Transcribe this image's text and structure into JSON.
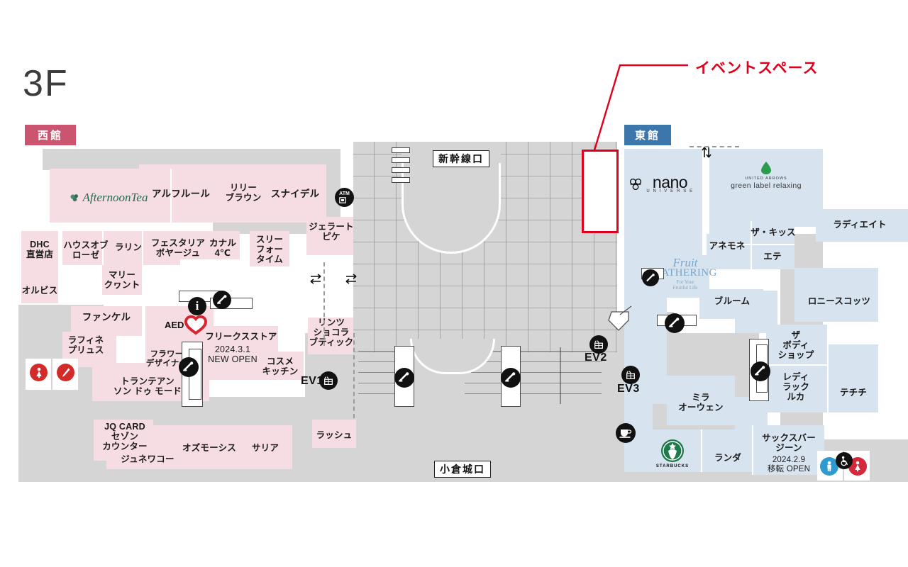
{
  "map": {
    "floor_label": "3F",
    "west_wing_badge": "西館",
    "east_wing_badge": "東館",
    "callout_label": "イベントスペース",
    "gates": [
      {
        "name": "shinkansen-gate",
        "label": "新幹線口"
      },
      {
        "name": "kokurajo-gate",
        "label": "小倉城口"
      }
    ],
    "colors": {
      "west_zone": "#f6dde3",
      "east_zone": "#d7e3ef",
      "concourse": "#d5d5d5",
      "west_badge": "#cb5570",
      "east_badge": "#3d76ab",
      "callout_red": "#e0001b",
      "icon_black": "#111111",
      "icon_red": "#d32a2a"
    },
    "west_shops": [
      {
        "label": "Afternoon Tea",
        "type": "logo"
      },
      {
        "label": "アルフルール"
      },
      {
        "label": "リリー\nブラウン"
      },
      {
        "label": "スナイデル"
      },
      {
        "label": "DHC\n直営店"
      },
      {
        "label": "ハウスオブ\nローゼ"
      },
      {
        "label": "ラリン"
      },
      {
        "label": "フェスタリア\nボヤージュ"
      },
      {
        "label": "カナル\n4℃"
      },
      {
        "label": "スリー\nフォー\nタイム"
      },
      {
        "label": "ジェラート\nピケ"
      },
      {
        "label": "マリー\nクヮント"
      },
      {
        "label": "オルビス"
      },
      {
        "label": "ファンケル"
      },
      {
        "label": "ラフィネ\nプリュス"
      },
      {
        "label": "リンツ\nショコラ\nブティック"
      },
      {
        "label": "フラワー\nデザイナー"
      },
      {
        "label": "フリークスストア"
      },
      {
        "label": "2024.3.1\nNEW OPEN"
      },
      {
        "label": "コスメ\nキッチン"
      },
      {
        "label": "トランテアン\nソン ドゥ モード"
      },
      {
        "label": "JQ CARD\nセゾン\nカウンター"
      },
      {
        "label": "ジュネワコー"
      },
      {
        "label": "オズモーシス"
      },
      {
        "label": "サリア"
      },
      {
        "label": "ラッシュ"
      }
    ],
    "east_shops": [
      {
        "label": "nano UNIVERSE",
        "type": "logo"
      },
      {
        "label": "UNITED ARROWS green label relaxing",
        "type": "logo"
      },
      {
        "label": "ラディエイト"
      },
      {
        "label": "ザ・キッス"
      },
      {
        "label": "アネモネ"
      },
      {
        "label": "エテ"
      },
      {
        "label": "Fruit GATHERING For Your Fruitful Life",
        "type": "logo"
      },
      {
        "label": "ブルーム"
      },
      {
        "label": "ロニースコッツ"
      },
      {
        "label": "ザ\nボディ\nショップ"
      },
      {
        "label": "レディ\nラック\nルカ"
      },
      {
        "label": "テチチ"
      },
      {
        "label": "ミラ\nオーウェン"
      },
      {
        "label": "STARBUCKS",
        "type": "logo"
      },
      {
        "label": "ランダ"
      },
      {
        "label": "サックスバー\nジーン"
      },
      {
        "label": "2024.2.9\n移転 OPEN"
      }
    ],
    "facilities": [
      {
        "name": "atm",
        "label": "ATM"
      },
      {
        "name": "information",
        "label": "i"
      },
      {
        "name": "aed",
        "label": "AED"
      },
      {
        "name": "elevator-1",
        "label": "EV1"
      },
      {
        "name": "elevator-2",
        "label": "EV2"
      },
      {
        "name": "elevator-3",
        "label": "EV3"
      },
      {
        "name": "cafe",
        "label": ""
      },
      {
        "name": "restroom-women",
        "label": ""
      },
      {
        "name": "restroom-nursing",
        "label": ""
      },
      {
        "name": "restroom-men",
        "label": ""
      },
      {
        "name": "restroom-accessible",
        "label": ""
      }
    ],
    "logos": {
      "afternoon_tea": "AfternoonTea",
      "nano": "nano",
      "nano_sub": "U N I V E R S E",
      "united_arrows_top": "UNITED ARROWS",
      "united_arrows_main": "green label relaxing",
      "fruit_line1": "Fruit",
      "fruit_line2": "GATHERING",
      "fruit_line3": "For Your",
      "fruit_line4": "Fruitful Life",
      "starbucks": "STARBUCKS"
    }
  }
}
